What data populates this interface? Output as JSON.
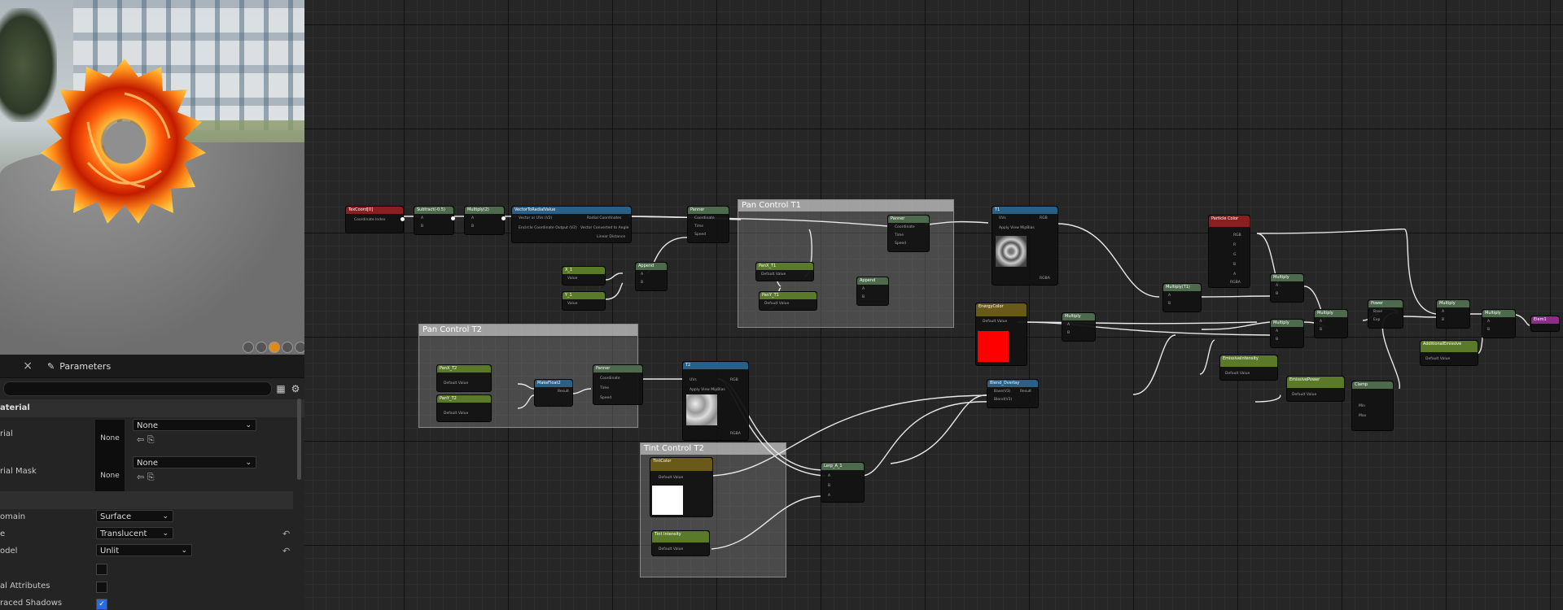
{
  "details_panel": {
    "close_glyph": "×",
    "tab_label": "Parameters",
    "section_material": "aterial",
    "rows": {
      "material_label": "rial",
      "mask_label": "rial Mask",
      "thumb_none": "None",
      "dd_none": "None",
      "domain_label": "omain",
      "domain_value": "Surface",
      "blend_label": "e",
      "blend_value": "Translucent",
      "shading_label": "odel",
      "shading_value": "Unlit",
      "attr_label": "al Attributes",
      "shadows_label": "raced Shadows"
    }
  },
  "graph": {
    "comments": {
      "pan_t1": "Pan Control T1",
      "pan_t2": "Pan Control T2",
      "tint_t2": "Tint Control T2"
    },
    "nodes": {
      "texcoord": "TexCoord[0]",
      "subtract": "Subtract(-0.5)",
      "multiply2": "Multiply(2)",
      "vec_to_radial": "VectorToRadialValue",
      "panner1": "Panner",
      "panner_t1": "Panner",
      "append1": "Append",
      "append_t1": "Append",
      "param_x": "X_1",
      "param_y": "Y_1",
      "pan_x_t1": "PanX_T1",
      "pan_y_t1": "PanY_T1",
      "t1": "T1",
      "t2": "T2",
      "pan_x_t2": "PanX_T2",
      "pan_y_t2": "PanY_T2",
      "make_float2": "MakeFloat2",
      "panner_t2": "Panner",
      "tint_color": "TintColor",
      "tint_intensity": "Tint Intensity",
      "lerp": "Lerp_A_1",
      "blend_overlay": "Blend_Overlay",
      "energy_color": "EnergyColor",
      "particle_color": "Particle Color",
      "multiply_t1": "Multiply(T1)",
      "multiply_a": "Multiply",
      "multiply_b": "Multiply",
      "multiply_c": "Multiply",
      "multiply_d": "Multiply",
      "multiply_e": "Multiply",
      "multiply_f": "Multiply",
      "power": "Power",
      "clamp": "Clamp",
      "emissive_intensity": "EmissiveIntensity",
      "emissive_power": "EmissivePower",
      "additional_emissive": "AdditionalEmissive",
      "output": "Elem1"
    },
    "pins": {
      "coord_index": "Coordinate Index",
      "a": "A",
      "b": "B",
      "uvs": "UVs",
      "rgb": "RGB",
      "r": "R",
      "g": "G",
      "bb": "B",
      "alpha": "A",
      "rgba": "RGBA",
      "coordinate": "Coordinate",
      "time": "Time",
      "speed": "Speed",
      "default_value": "Default Value",
      "value": "Value",
      "apply_view_mip": "Apply View MipBias",
      "result": "Result",
      "base": "Base",
      "exp": "Exp",
      "min": "Min",
      "max": "Max",
      "blend_base": "Base(V3)",
      "blend_top": "Blend(V3)",
      "radial_in": "Vector or UVs (V2)",
      "radial_out_a": "Radial Coordinates",
      "radial_out_b": "Vector Converted to Angle",
      "radial_out_c": "Linear Distance",
      "radial_in2": "Encircle Coordinate Output (V2)"
    }
  },
  "colors": {
    "accent": "#e08a17",
    "param_green": "#5a7a2a",
    "tex_blue": "#2a5f86",
    "vector_red": "#8a1f1f",
    "output_purple": "#8a2f86"
  }
}
